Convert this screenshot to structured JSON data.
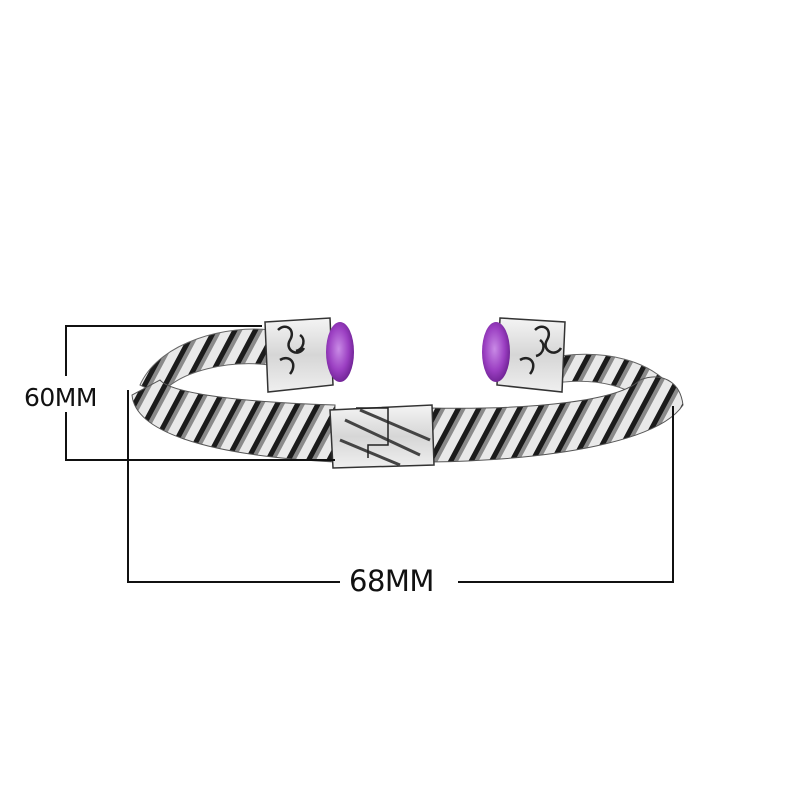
{
  "image": {
    "subject": "silver twisted cable cuff bracelet with purple amethyst end caps",
    "background_color": "#ffffff",
    "metal_color": "#d9d9d9",
    "stone_color": "#9b3fc2",
    "line_color": "#111111"
  },
  "dimensions": {
    "height_label": "60MM",
    "width_label": "68MM"
  }
}
